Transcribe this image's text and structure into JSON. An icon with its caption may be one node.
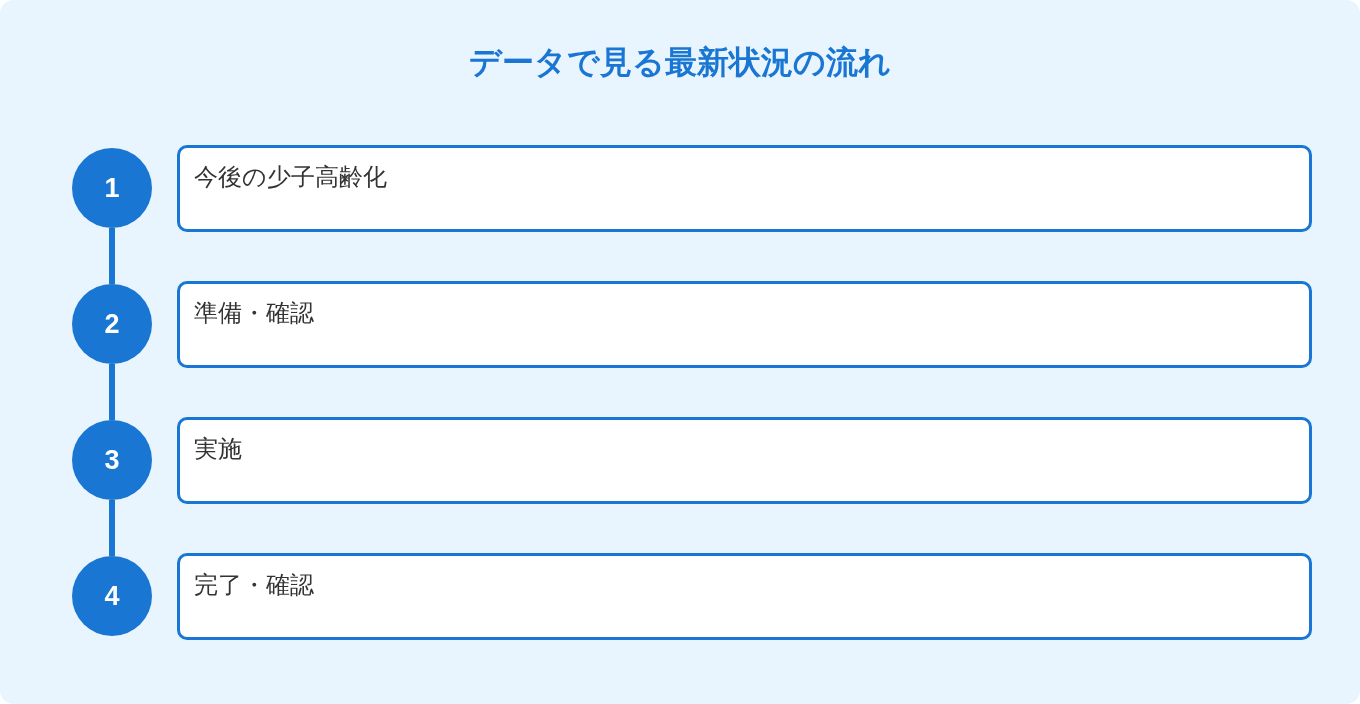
{
  "diagram": {
    "title": "データで見る最新状況の流れ",
    "nodes": [
      {
        "text": [
          "1"
        ]
      },
      {
        "text": [
          "今後の少子高齢化"
        ]
      },
      {
        "text": [
          "2"
        ]
      },
      {
        "text": [
          "準備・確認"
        ]
      },
      {
        "text": [
          "3"
        ]
      },
      {
        "text": [
          "実施"
        ]
      },
      {
        "text": [
          "4"
        ]
      },
      {
        "text": [
          "完了・確認"
        ]
      }
    ],
    "edges": [
      {
        "from": 0,
        "to": 2,
        "arrow": "none"
      },
      {
        "from": 2,
        "to": 4,
        "arrow": "none"
      },
      {
        "from": 4,
        "to": 6,
        "arrow": "none"
      }
    ]
  }
}
